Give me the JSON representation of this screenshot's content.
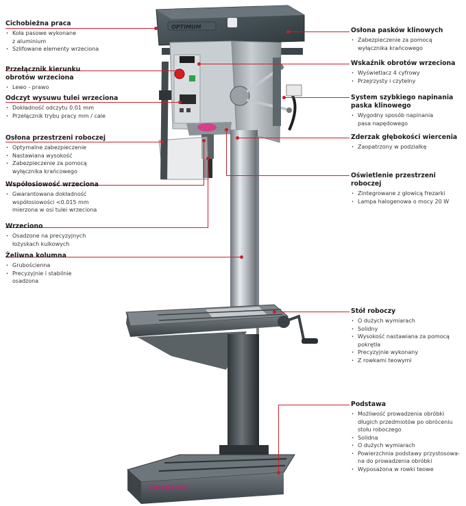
{
  "machine": {
    "brand": "OPTIMUM",
    "colors": {
      "body": "#a9aeb3",
      "dark": "#3f4a50",
      "accent": "#c8202a",
      "chuck_pink": "#d2418a"
    }
  },
  "callouts": [
    {
      "id": "pulley-housing",
      "title": "Cichobieżna praca",
      "items": [
        "Koła pasowe wykonane\nz aluminium",
        "Szlifowane elementy wrzeciona"
      ]
    },
    {
      "id": "direction-switch",
      "title": "Przełącznik kierunku\nobrotów wrzeciona",
      "items": [
        "Lewo - prawo"
      ]
    },
    {
      "id": "quill-readout",
      "title": "Odczyt wysuwu tulei wrzeciona",
      "items": [
        "Dokładność odczytu 0.01 mm",
        "Przełącznik trybu pracy mm / cale"
      ]
    },
    {
      "id": "work-guard",
      "title": "Osłona przestrzeni roboczej",
      "items": [
        "Optymalne zabezpieczenie",
        "Nastawiana wysokość",
        "Zabezpieczenie za pomocą\nwyłącznika krańcowego"
      ]
    },
    {
      "id": "spindle-concentricity",
      "title": "Współosiowość wrzeciona",
      "items": [
        "Gwarantowana dokładność\nwspółosiowości <0.015 mm\nmierzona w osi tulei wrzeciona"
      ]
    },
    {
      "id": "spindle",
      "title": "Wrzeciono",
      "items": [
        "Osadzone na precyzyjnych\nłożyskach kulkowych"
      ]
    },
    {
      "id": "column",
      "title": "Żeliwna kolumna",
      "items": [
        "Grubościenna",
        "Precyzyjnie i stabilnie\nosadzona"
      ]
    },
    {
      "id": "belt-guard",
      "title": "Osłona pasków klinowych",
      "items": [
        "Zabezpieczenie za pomocą\nwyłącznika krańcowego"
      ]
    },
    {
      "id": "speed-display",
      "title": "Wskaźnik obrotów wrzeciona",
      "items": [
        "Wyświetlacz 4 cyfrowy",
        "Przejrzysty i czytelny"
      ]
    },
    {
      "id": "quick-tension",
      "title": "System szybkiego napinania\npaska klinowego",
      "items": [
        "Wygodny sposób napinania\npasa napędowego"
      ]
    },
    {
      "id": "depth-stop",
      "title": "Zderzak głębokości wiercenia",
      "items": [
        "Zaopatrzony w podziałkę"
      ]
    },
    {
      "id": "work-light",
      "title": "Oświetlenie przestrzeni roboczej",
      "items": [
        "Zintegrowane z głowicą frezarki",
        "Lampa halogenowa o mocy 20 W"
      ]
    },
    {
      "id": "work-table",
      "title": "Stół roboczy",
      "items": [
        "O dużych wymiarach",
        "Solidny",
        "Wysokość nastawiana za pomocą\npokrętła",
        "Precyzyjnie wykonany",
        "Z rowkami teowymi"
      ]
    },
    {
      "id": "base",
      "title": "Podstawa",
      "items": [
        "Możliwość prowadzenia obróbki\ndługich przedmiotów po obróceniu\nstołu roboczego",
        "Solidna",
        "O dużych wymiarach",
        "Powierzchnia podstawy przystosowa-\nna do prowadzenia obróbki",
        "Wyposażona w rowki teowe"
      ]
    }
  ]
}
